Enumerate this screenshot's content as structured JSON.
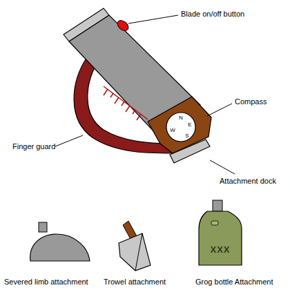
{
  "diagram": {
    "labels": [
      "Blade on/off button",
      "Compass",
      "Finger guard",
      "Attachment dock",
      "N",
      "E",
      "W",
      "S",
      "Severed limb attachment",
      "Trowel attachment",
      "Grog bottle Attachment",
      "XXX"
    ]
  }
}
